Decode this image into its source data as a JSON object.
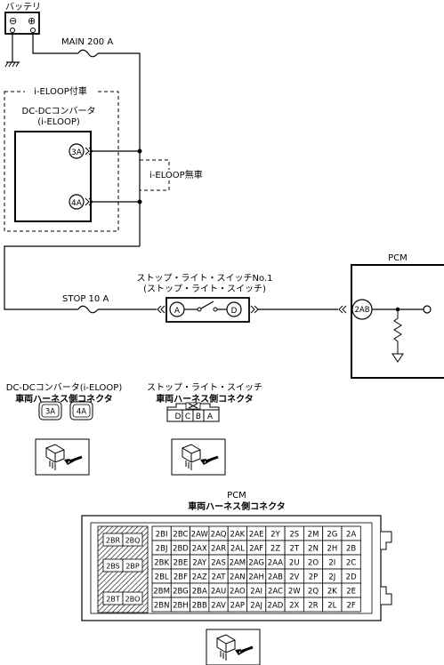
{
  "battery": {
    "label": "バッテリ",
    "minus": "⊖",
    "plus": "⊕"
  },
  "fuses": {
    "main": "MAIN 200 A",
    "stop": "STOP 10 A"
  },
  "dcdc": {
    "group_label": "i-ELOOP付車",
    "title_line1": "DC-DCコンバータ",
    "title_line2": "(i-ELOOP)",
    "pin_3a": "3A",
    "pin_4a": "4A",
    "no_eloop_label": "i-ELOOP無車"
  },
  "stop_switch": {
    "title_line1": "ストップ・ライト・スイッチNo.1",
    "title_line2": "(ストップ・ライト・スイッチ)",
    "pin_a": "A",
    "pin_d": "D"
  },
  "pcm": {
    "title": "PCM",
    "pin": "2AB"
  },
  "connector_captions": {
    "dcdc_line1": "DC-DCコンバータ(i-ELOOP)",
    "dcdc_line2": "車両ハーネス側コネクタ",
    "switch_line1": "ストップ・ライト・スイッチ",
    "switch_line2": "車両ハーネス側コネクタ",
    "pcm_line1": "PCM",
    "pcm_line2": "車両ハーネス側コネクタ"
  },
  "dcdc_connector_pins": [
    "3A",
    "4A"
  ],
  "switch_connector_pins": [
    "D",
    "C",
    "B",
    "A"
  ],
  "pcm_connector": {
    "left_pins": [
      "2BR",
      "2BQ",
      "2BS",
      "2BP",
      "2BT",
      "2BO"
    ],
    "rows": [
      [
        "2BI",
        "2BC",
        "2AW",
        "2AQ",
        "2AK",
        "2AE",
        "2Y",
        "2S",
        "2M",
        "2G",
        "2A"
      ],
      [
        "2BJ",
        "2BD",
        "2AX",
        "2AR",
        "2AL",
        "2AF",
        "2Z",
        "2T",
        "2N",
        "2H",
        "2B"
      ],
      [
        "2BK",
        "2BE",
        "2AY",
        "2AS",
        "2AM",
        "2AG",
        "2AA",
        "2U",
        "2O",
        "2I",
        "2C"
      ],
      [
        "2BL",
        "2BF",
        "2AZ",
        "2AT",
        "2AN",
        "2AH",
        "2AB",
        "2V",
        "2P",
        "2J",
        "2D"
      ],
      [
        "2BM",
        "2BG",
        "2BA",
        "2AU",
        "2AO",
        "2AI",
        "2AC",
        "2W",
        "2Q",
        "2K",
        "2E"
      ],
      [
        "2BN",
        "2BH",
        "2BB",
        "2AV",
        "2AP",
        "2AJ",
        "2AD",
        "2X",
        "2R",
        "2L",
        "2F"
      ]
    ]
  }
}
